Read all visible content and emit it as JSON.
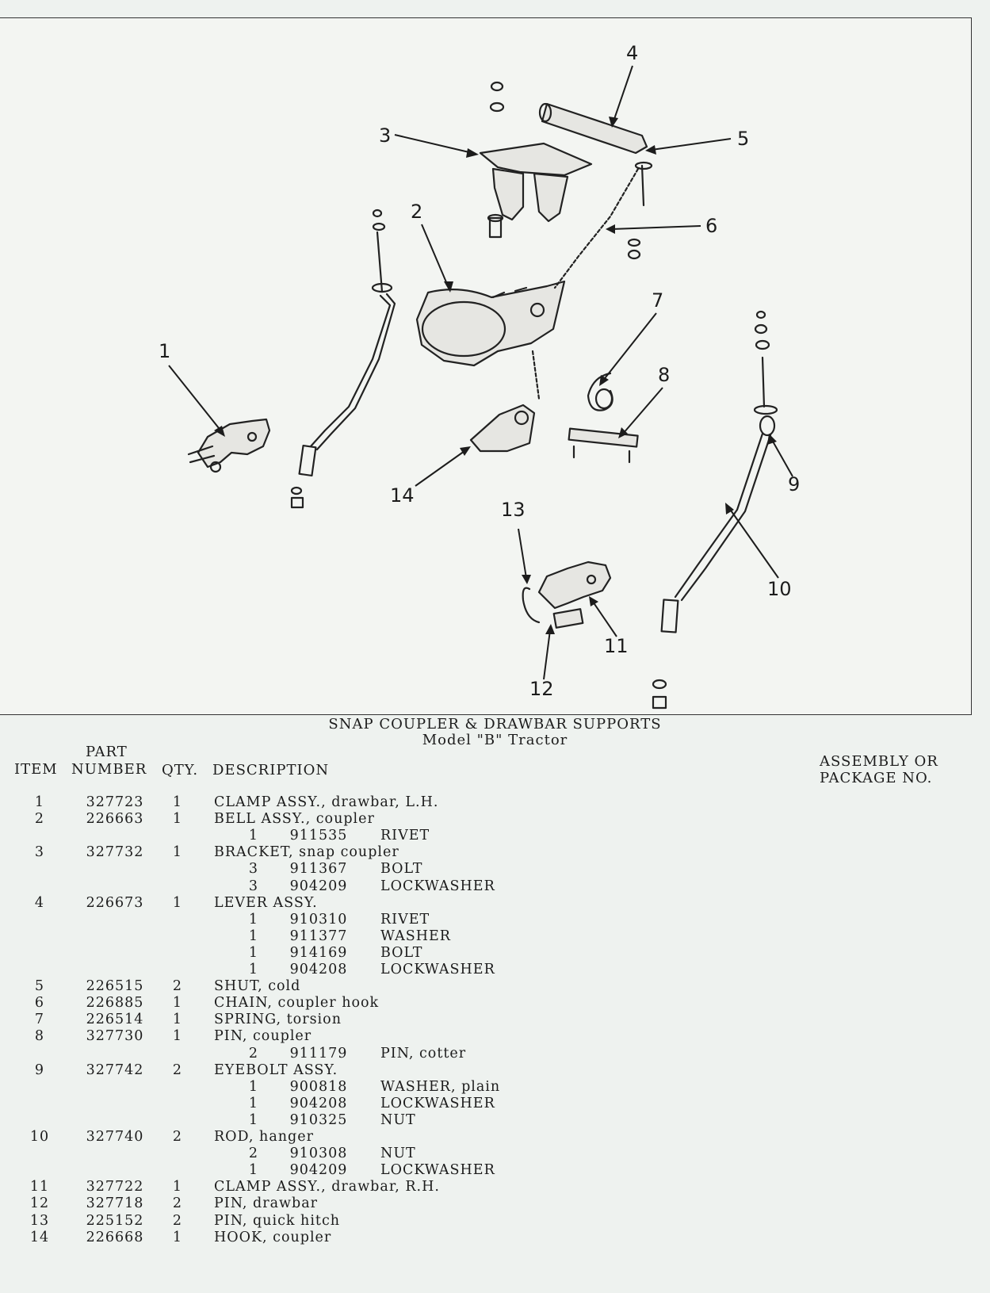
{
  "title": "SNAP COUPLER & DRAWBAR SUPPORTS",
  "subtitle": "Model \"B\" Tractor",
  "headers": {
    "item": "ITEM",
    "part_line1": "PART",
    "part_line2": "NUMBER",
    "qty": "QTY.",
    "description": "DESCRIPTION",
    "assembly_line1": "ASSEMBLY OR",
    "assembly_line2": "PACKAGE NO."
  },
  "callouts": [
    "1",
    "2",
    "3",
    "4",
    "5",
    "6",
    "7",
    "8",
    "9",
    "10",
    "11",
    "12",
    "13",
    "14"
  ],
  "rows": [
    {
      "type": "item",
      "item": "1",
      "part": "327723",
      "qty": "1",
      "desc": "CLAMP ASSY., drawbar, L.H."
    },
    {
      "type": "item",
      "item": "2",
      "part": "226663",
      "qty": "1",
      "desc": "BELL ASSY., coupler"
    },
    {
      "type": "sub",
      "qty": "1",
      "part": "911535",
      "desc": "RIVET"
    },
    {
      "type": "item",
      "item": "3",
      "part": "327732",
      "qty": "1",
      "desc": "BRACKET, snap coupler"
    },
    {
      "type": "sub",
      "qty": "3",
      "part": "911367",
      "desc": "BOLT"
    },
    {
      "type": "sub",
      "qty": "3",
      "part": "904209",
      "desc": "LOCKWASHER"
    },
    {
      "type": "item",
      "item": "4",
      "part": "226673",
      "qty": "1",
      "desc": "LEVER ASSY."
    },
    {
      "type": "sub",
      "qty": "1",
      "part": "910310",
      "desc": "RIVET"
    },
    {
      "type": "sub",
      "qty": "1",
      "part": "911377",
      "desc": "WASHER"
    },
    {
      "type": "sub",
      "qty": "1",
      "part": "914169",
      "desc": "BOLT"
    },
    {
      "type": "sub",
      "qty": "1",
      "part": "904208",
      "desc": "LOCKWASHER"
    },
    {
      "type": "item",
      "item": "5",
      "part": "226515",
      "qty": "2",
      "desc": "SHUT, cold"
    },
    {
      "type": "item",
      "item": "6",
      "part": "226885",
      "qty": "1",
      "desc": "CHAIN, coupler hook"
    },
    {
      "type": "item",
      "item": "7",
      "part": "226514",
      "qty": "1",
      "desc": "SPRING, torsion"
    },
    {
      "type": "item",
      "item": "8",
      "part": "327730",
      "qty": "1",
      "desc": "PIN, coupler"
    },
    {
      "type": "sub",
      "qty": "2",
      "part": "911179",
      "desc": "PIN, cotter"
    },
    {
      "type": "item",
      "item": "9",
      "part": "327742",
      "qty": "2",
      "desc": "EYEBOLT ASSY."
    },
    {
      "type": "sub",
      "qty": "1",
      "part": "900818",
      "desc": "WASHER, plain"
    },
    {
      "type": "sub",
      "qty": "1",
      "part": "904208",
      "desc": "LOCKWASHER"
    },
    {
      "type": "sub",
      "qty": "1",
      "part": "910325",
      "desc": "NUT"
    },
    {
      "type": "item",
      "item": "10",
      "part": "327740",
      "qty": "2",
      "desc": "ROD, hanger"
    },
    {
      "type": "sub",
      "qty": "2",
      "part": "910308",
      "desc": "NUT"
    },
    {
      "type": "sub",
      "qty": "1",
      "part": "904209",
      "desc": "LOCKWASHER"
    },
    {
      "type": "item",
      "item": "11",
      "part": "327722",
      "qty": "1",
      "desc": "CLAMP ASSY., drawbar, R.H."
    },
    {
      "type": "item",
      "item": "12",
      "part": "327718",
      "qty": "2",
      "desc": "PIN, drawbar"
    },
    {
      "type": "item",
      "item": "13",
      "part": "225152",
      "qty": "2",
      "desc": "PIN, quick hitch"
    },
    {
      "type": "item",
      "item": "14",
      "part": "226668",
      "qty": "1",
      "desc": "HOOK, coupler"
    }
  ]
}
